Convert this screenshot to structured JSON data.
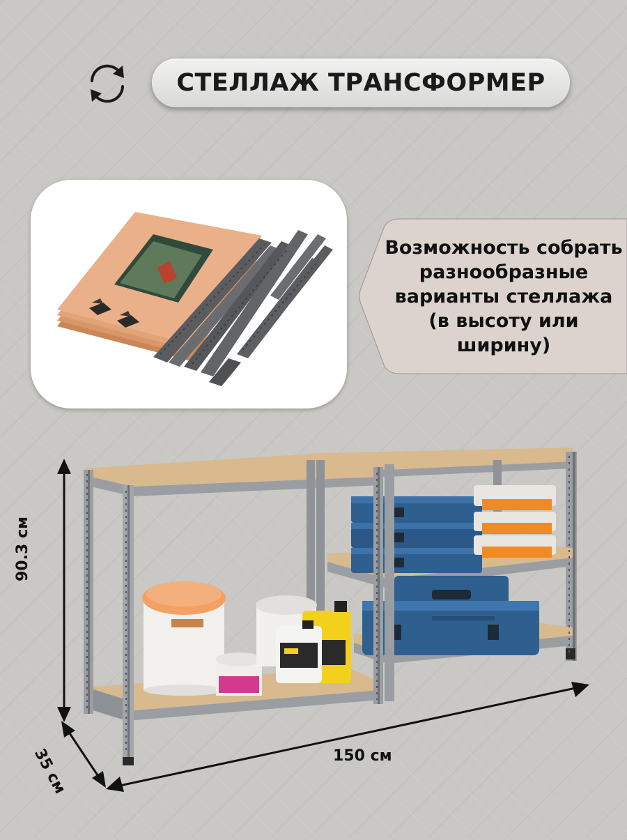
{
  "header": {
    "title": "СТЕЛЛАЖ ТРАНСФОРМЕР",
    "icon": "refresh-icon"
  },
  "feature": {
    "text": "Возможность собрать разнообразные варианты стеллажа (в высоту или ширину)"
  },
  "dimensions": {
    "height": "90.3 см",
    "width": "150 см",
    "depth": "35 см"
  },
  "colors": {
    "background": "#c9c8c5",
    "badge": "#dcd3cf",
    "shelf_board": "#d9b98e",
    "frame": "#9a9ea3",
    "case_blue": "#2f5f8f",
    "case_orange": "#f08a24"
  }
}
